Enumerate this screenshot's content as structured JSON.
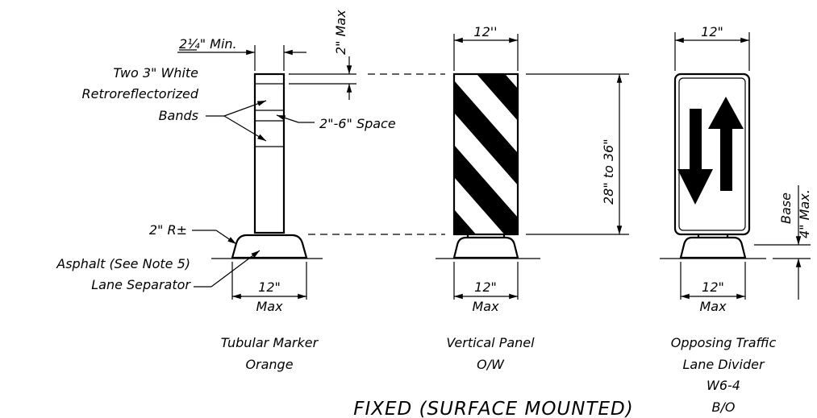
{
  "title": "FIXED (SURFACE MOUNTED)",
  "tubular": {
    "top_width": "2¼\" Min.",
    "band_max": "2\" Max",
    "bands_note": [
      "Two 3\" White",
      "Retroreflectorized",
      "Bands"
    ],
    "space_note": "2\"-6\" Space",
    "radius": "2\" R±",
    "asphalt": "Asphalt (See Note 5)",
    "separator": "Lane Separator",
    "base_width": "12\"",
    "base_max": "Max",
    "caption": [
      "Tubular Marker",
      "Orange"
    ]
  },
  "panel": {
    "top_width": "12''",
    "height": "28\" to 36\"",
    "base_width": "12\"",
    "base_max": "Max",
    "caption": [
      "Vertical Panel",
      "O/W"
    ]
  },
  "divider": {
    "top_width": "12\"",
    "base_label": "Base",
    "base_height": "4\" Max.",
    "base_width": "12\"",
    "base_max": "Max",
    "caption": [
      "Opposing Traffic",
      "Lane Divider",
      "W6-4",
      "B/O"
    ]
  }
}
